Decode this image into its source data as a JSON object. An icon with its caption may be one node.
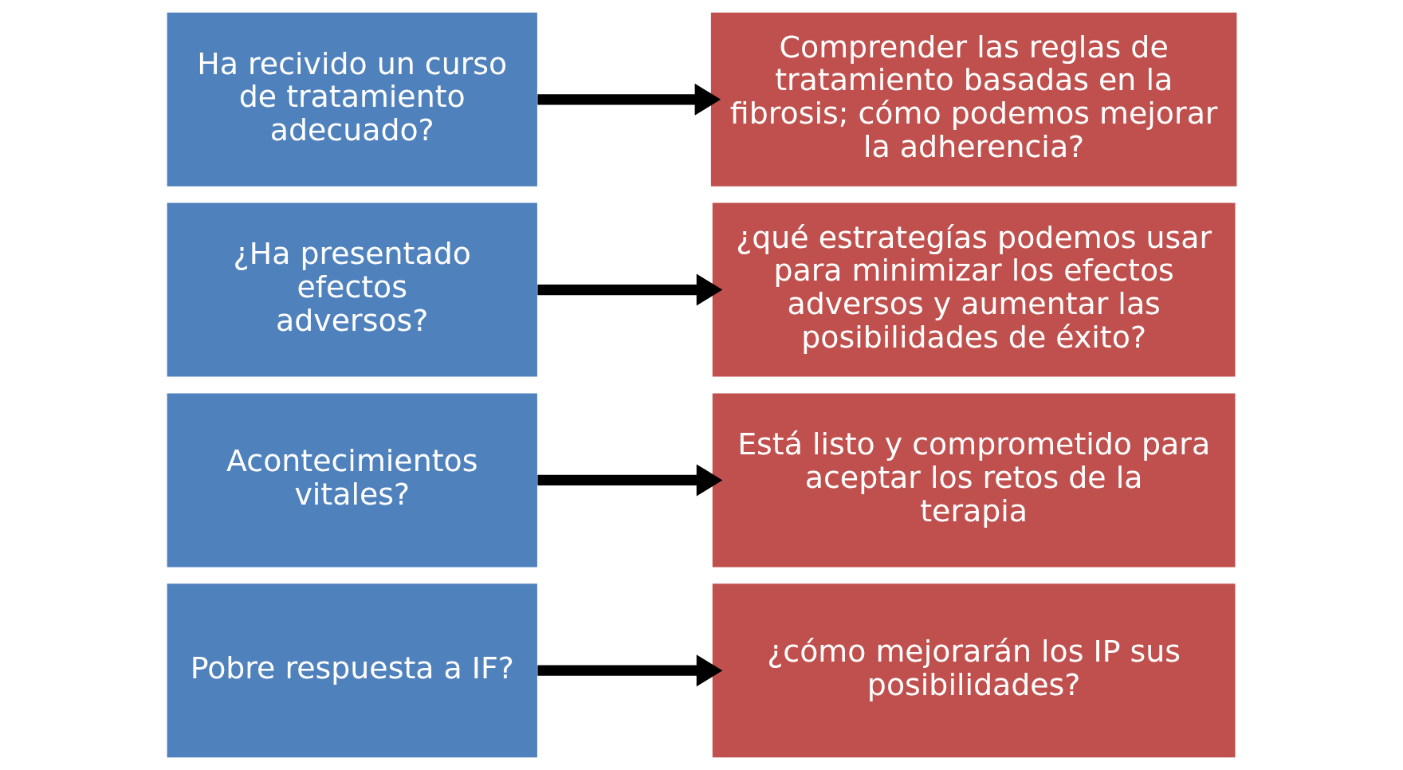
{
  "diagram": {
    "nodes": [
      {
        "text": [
          "Ha recivido un curso de tratamiento adecuado?"
        ]
      },
      {
        "text": [
          "Comprender las reglas de tratamiento basadas en la fibrosis; cómo podemos mejorar la adherencia?"
        ]
      },
      {
        "text": [
          "¿Ha presentado efectos adversos?"
        ]
      },
      {
        "text": [
          "¿qué estrategías podemos usar para minimizar los efectos adversos y aumentar las posibilidades de éxito?"
        ]
      },
      {
        "text": [
          "Acontecimientos vitales?"
        ]
      },
      {
        "text": [
          "Está listo y comprometido para aceptar los retos de la terapia"
        ]
      },
      {
        "text": [
          "Pobre respuesta a IF?"
        ]
      },
      {
        "text": [
          "¿cómo mejorarán los IP sus posibilidades?"
        ]
      }
    ],
    "edges": [
      {
        "from": 0,
        "to": 1,
        "arrow": "to"
      },
      {
        "from": 2,
        "to": 3,
        "arrow": "to"
      },
      {
        "from": 4,
        "to": 5,
        "arrow": "to"
      },
      {
        "from": 6,
        "to": 7,
        "arrow": "to"
      }
    ]
  }
}
